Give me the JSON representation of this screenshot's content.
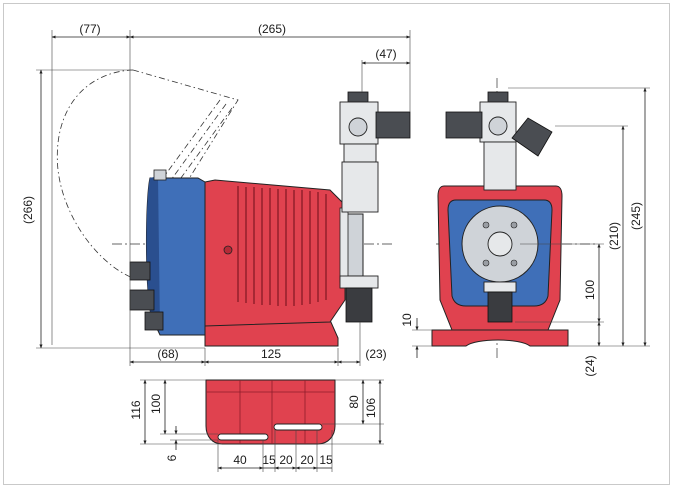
{
  "colors": {
    "housing_red": "#e0424f",
    "housing_red_dark": "#b52a37",
    "motor_blue": "#3f6fb8",
    "motor_blue_dark": "#2a4f8f",
    "steel": "#cfd3d8",
    "dark_steel": "#4a4d52"
  },
  "dimensions": {
    "d77": "(77)",
    "d265": "(265)",
    "d47": "(47)",
    "d266": "(266)",
    "d68": "(68)",
    "d125": "125",
    "d23": "(23)",
    "d210": "(210)",
    "d245": "(245)",
    "d100_front": "100",
    "d10": "10",
    "d24": "(24)",
    "d116": "116",
    "d100_base": "100",
    "d80": "80",
    "d106": "106",
    "d6": "6",
    "d40": "40",
    "d15a": "15",
    "d20a": "20",
    "d20b": "20",
    "d15b": "15"
  }
}
